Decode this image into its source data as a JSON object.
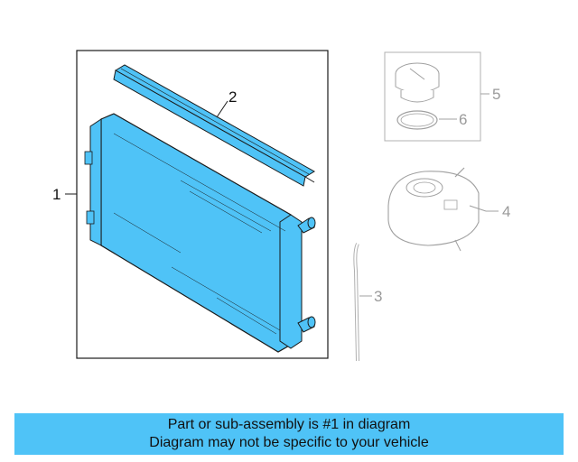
{
  "diagram": {
    "callouts": [
      {
        "id": "1",
        "label": "1"
      },
      {
        "id": "2",
        "label": "2"
      },
      {
        "id": "3",
        "label": "3"
      },
      {
        "id": "4",
        "label": "4"
      },
      {
        "id": "5",
        "label": "5"
      },
      {
        "id": "6",
        "label": "6"
      }
    ],
    "highlight_color": "#4fc3f7",
    "line_color": "#1a1a1a",
    "faded_color": "#a0a0a0"
  },
  "banner": {
    "line1": "Part or sub-assembly is #1 in diagram",
    "line2": "Diagram may not be specific to your vehicle",
    "color": "#4fc3f7"
  }
}
